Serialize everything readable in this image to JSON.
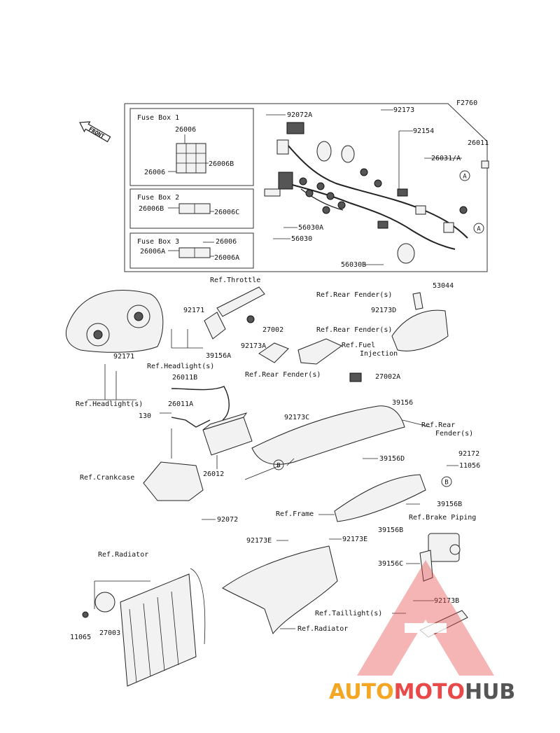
{
  "diagram_code": "F2760",
  "front_arrow": "FRONT",
  "fuse_boxes": [
    {
      "title": "Fuse Box 1",
      "parts": [
        "26006",
        "26006B",
        "26006"
      ]
    },
    {
      "title": "Fuse Box 2",
      "parts": [
        "26006B",
        "26006C"
      ]
    },
    {
      "title": "Fuse Box 3",
      "parts": [
        "26006",
        "26006A",
        "26006A"
      ]
    }
  ],
  "labels": [
    {
      "id": "l1",
      "text": "92072A"
    },
    {
      "id": "l2",
      "text": "92173"
    },
    {
      "id": "l3",
      "text": "92154"
    },
    {
      "id": "l4",
      "text": "26011"
    },
    {
      "id": "l5",
      "text": "26031/A"
    },
    {
      "id": "l6",
      "text": "56030A"
    },
    {
      "id": "l7",
      "text": "56030"
    },
    {
      "id": "l8",
      "text": "56030B"
    },
    {
      "id": "l9",
      "text": "Ref.Throttle"
    },
    {
      "id": "l10",
      "text": "Ref.Rear Fender(s)"
    },
    {
      "id": "l11",
      "text": "53044"
    },
    {
      "id": "l12",
      "text": "92173D"
    },
    {
      "id": "l13",
      "text": "Ref.Rear Fender(s)"
    },
    {
      "id": "l14",
      "text": "92171"
    },
    {
      "id": "l15",
      "text": "27002"
    },
    {
      "id": "l16",
      "text": "Ref.Fuel"
    },
    {
      "id": "l17",
      "text": "Injection"
    },
    {
      "id": "l18",
      "text": "92173A"
    },
    {
      "id": "l19",
      "text": "39156A"
    },
    {
      "id": "l20",
      "text": "92171"
    },
    {
      "id": "l21",
      "text": "Ref.Headlight(s)"
    },
    {
      "id": "l22",
      "text": "Ref.Rear Fender(s)"
    },
    {
      "id": "l23",
      "text": "27002A"
    },
    {
      "id": "l24",
      "text": "26011B"
    },
    {
      "id": "l25",
      "text": "Ref.Headlight(s)"
    },
    {
      "id": "l26",
      "text": "26011A"
    },
    {
      "id": "l27",
      "text": "39156"
    },
    {
      "id": "l28",
      "text": "92173C"
    },
    {
      "id": "l29",
      "text": "130"
    },
    {
      "id": "l30",
      "text": "Ref.Rear"
    },
    {
      "id": "l31",
      "text": "Fender(s)"
    },
    {
      "id": "l32",
      "text": "92172"
    },
    {
      "id": "l33",
      "text": "39156D"
    },
    {
      "id": "l34",
      "text": "11056"
    },
    {
      "id": "l35",
      "text": "Ref.Crankcase"
    },
    {
      "id": "l36",
      "text": "26012"
    },
    {
      "id": "l37",
      "text": "39156B"
    },
    {
      "id": "l38",
      "text": "Ref.Frame"
    },
    {
      "id": "l39",
      "text": "Ref.Brake Piping"
    },
    {
      "id": "l40",
      "text": "92072"
    },
    {
      "id": "l41",
      "text": "39156B"
    },
    {
      "id": "l42",
      "text": "92173E"
    },
    {
      "id": "l43",
      "text": "92173E"
    },
    {
      "id": "l44",
      "text": "Ref.Radiator"
    },
    {
      "id": "l45",
      "text": "39156C"
    },
    {
      "id": "l46",
      "text": "92173B"
    },
    {
      "id": "l47",
      "text": "Ref.Taillight(s)"
    },
    {
      "id": "l48",
      "text": "11065"
    },
    {
      "id": "l49",
      "text": "27003"
    },
    {
      "id": "l50",
      "text": "Ref.Radiator"
    }
  ],
  "callouts": [
    "A",
    "A",
    "B",
    "B"
  ],
  "watermark": {
    "part1": "AUTO",
    "part2": "MOTO",
    "part3": "HUB",
    "color1": "#f5a623",
    "color2": "#e84a4a",
    "color3": "#555555"
  }
}
